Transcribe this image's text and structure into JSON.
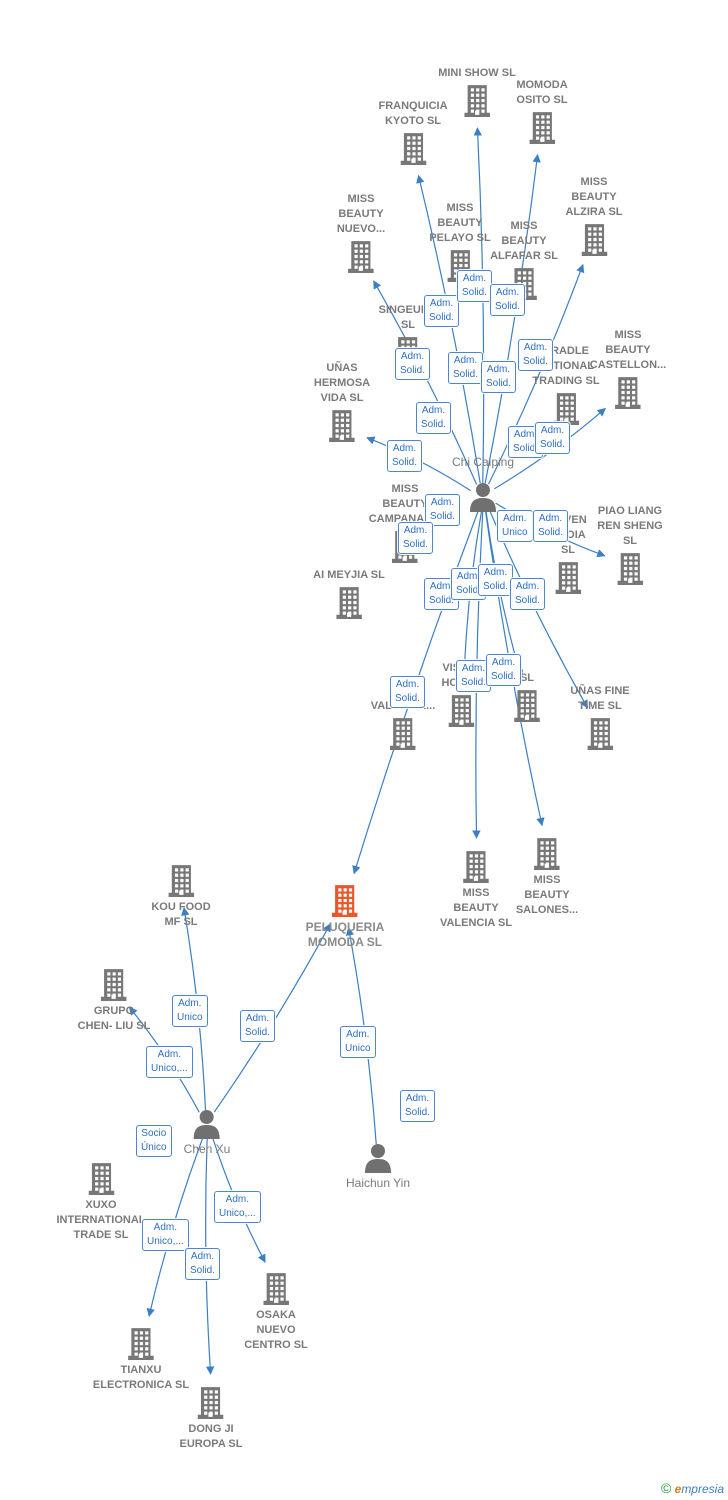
{
  "colors": {
    "edge": "#3b7fc4",
    "building": "#777777",
    "focus": "#e8562a",
    "person": "#707070"
  },
  "nodes": [
    {
      "id": "chi",
      "type": "person",
      "label": "Chi Caiping"
    },
    {
      "id": "chen",
      "type": "person",
      "label": "Chen Xu"
    },
    {
      "id": "haichun",
      "type": "person",
      "label": "Haichun Yin"
    },
    {
      "id": "pel",
      "type": "focus",
      "label": "PELUQUERIA\nMOMODA  SL"
    },
    {
      "id": "minishow",
      "type": "company",
      "label": "MINI SHOW  SL"
    },
    {
      "id": "momodaosito",
      "type": "company",
      "label": "MOMODA\nOSITO  SL"
    },
    {
      "id": "franquicia",
      "type": "company",
      "label": "FRANQUICIA\nKYOTO  SL"
    },
    {
      "id": "missnuevo",
      "type": "company",
      "label": "MISS\nBEAUTY\nNUEVO..."
    },
    {
      "id": "misspelayo",
      "type": "company",
      "label": "MISS\nBEAUTY\nPELAYO  SL"
    },
    {
      "id": "missalfafar",
      "type": "company",
      "label": "MISS\nBEAUTY\nALFAFAR  SL"
    },
    {
      "id": "missalzira",
      "type": "company",
      "label": "MISS\nBEAUTY\nALZIRA  SL"
    },
    {
      "id": "missbcastellon",
      "type": "company",
      "label": "MISS\nBEAUTY\nCASTELLON..."
    },
    {
      "id": "singeuro",
      "type": "company",
      "label": "SINGEURO\nSL"
    },
    {
      "id": "unashermosa",
      "type": "company",
      "label": "UÑAS\nHERMOSA\nVIDA  SL"
    },
    {
      "id": "cradle",
      "type": "company",
      "label": "CRADLE\nNATIONAL\nTRADING  SL"
    },
    {
      "id": "misscampanar",
      "type": "company",
      "label": "MISS\nBEAUTY\nCAMPANAR..."
    },
    {
      "id": "aimeyjia",
      "type": "company",
      "label": "AI MEYJIA  SL"
    },
    {
      "id": "piaoliang",
      "type": "company",
      "label": "PIAO LIANG\nREN SHENG\nSL"
    },
    {
      "id": "seven",
      "type": "company",
      "label": "SEVEN\nMEDIA\nSL"
    },
    {
      "id": "valencia",
      "type": "company",
      "label": "GIVE\nVALENCIA..."
    },
    {
      "id": "vision",
      "type": "company",
      "label": "VISION\nHOUSE"
    },
    {
      "id": "sl",
      "type": "company",
      "label": "SL"
    },
    {
      "id": "unasfine",
      "type": "company",
      "label": "UÑAS FINE\nTIME  SL"
    },
    {
      "id": "missvalencia",
      "type": "company",
      "label": "MISS\nBEAUTY\nVALENCIA  SL"
    },
    {
      "id": "misssalones",
      "type": "company",
      "label": "MISS\nBEAUTY\nSALONES..."
    },
    {
      "id": "koufood",
      "type": "company",
      "label": "KOU FOOD\nMF  SL"
    },
    {
      "id": "grupochen",
      "type": "company",
      "label": "GRUPO\nCHEN- LIU  SL"
    },
    {
      "id": "xuxo",
      "type": "company",
      "label": "XUXO\nINTERNATIONAL\nTRADE SL"
    },
    {
      "id": "osaka",
      "type": "company",
      "label": "OSAKA\nNUEVO\nCENTRO SL"
    },
    {
      "id": "tianxu",
      "type": "company",
      "label": "TIANXU\nELECTRONICA SL"
    },
    {
      "id": "dongji",
      "type": "company",
      "label": "DONG JI\nEUROPA SL"
    }
  ],
  "edges": [
    {
      "from": "chi",
      "to": "minishow"
    },
    {
      "from": "chi",
      "to": "momodaosito"
    },
    {
      "from": "chi",
      "to": "franquicia"
    },
    {
      "from": "chi",
      "to": "missnuevo"
    },
    {
      "from": "chi",
      "to": "missalzira"
    },
    {
      "from": "chi",
      "to": "missbcastellon"
    },
    {
      "from": "chi",
      "to": "unashermosa"
    },
    {
      "from": "chi",
      "to": "piaoliang"
    },
    {
      "from": "chi",
      "to": "unasfine"
    },
    {
      "from": "chi",
      "to": "missvalencia"
    },
    {
      "from": "chi",
      "to": "misssalones"
    },
    {
      "from": "chi",
      "to": "pel"
    },
    {
      "from": "chi",
      "to": "vision"
    },
    {
      "from": "chi",
      "to": "sl"
    },
    {
      "from": "chen",
      "to": "koufood"
    },
    {
      "from": "chen",
      "to": "grupochen"
    },
    {
      "from": "chen",
      "to": "pel"
    },
    {
      "from": "chen",
      "to": "osaka"
    },
    {
      "from": "chen",
      "to": "tianxu"
    },
    {
      "from": "chen",
      "to": "dongji"
    },
    {
      "from": "haichun",
      "to": "pel"
    }
  ],
  "roles": [
    {
      "text": "Adm.\nSolid."
    },
    {
      "text": "Adm.\nSolid."
    },
    {
      "text": "Adm.\nSolid."
    },
    {
      "text": "Adm.\nSolid."
    },
    {
      "text": "Adm.\nSolid."
    },
    {
      "text": "Adm.\nSolid."
    },
    {
      "text": "Adm.\nSolid."
    },
    {
      "text": "Adm.\nSolid."
    },
    {
      "text": "Adm.\nSolid."
    },
    {
      "text": "Adm.\nSolid."
    },
    {
      "text": "Adm.\nSolid."
    },
    {
      "text": "Adm.\nSolid."
    },
    {
      "text": "Adm.\nSolid."
    },
    {
      "text": "Adm.\nSolid."
    },
    {
      "text": "Adm.\nUnico"
    },
    {
      "text": "Adm.\nSolid."
    },
    {
      "text": "Adm.\nSolid."
    },
    {
      "text": "Adm.\nSolid."
    },
    {
      "text": "Adm.\nSolid."
    },
    {
      "text": "Adm.\nSolid."
    },
    {
      "text": "Adm.\nSolid."
    },
    {
      "text": "Adm.\nSolid."
    },
    {
      "text": "Adm.\nUnico,..."
    },
    {
      "text": "Adm.\nUnico"
    },
    {
      "text": "Adm.\nSolid."
    },
    {
      "text": "Adm.\nUnico"
    },
    {
      "text": "Socio\nÚnico"
    },
    {
      "text": "Adm.\nUnico,..."
    },
    {
      "text": "Adm.\nUnico,..."
    },
    {
      "text": "Adm.\nSolid."
    },
    {
      "text": "Adm.\nSolid."
    }
  ],
  "brand": {
    "copyright": "©",
    "first": "e",
    "rest": "mpresia"
  }
}
